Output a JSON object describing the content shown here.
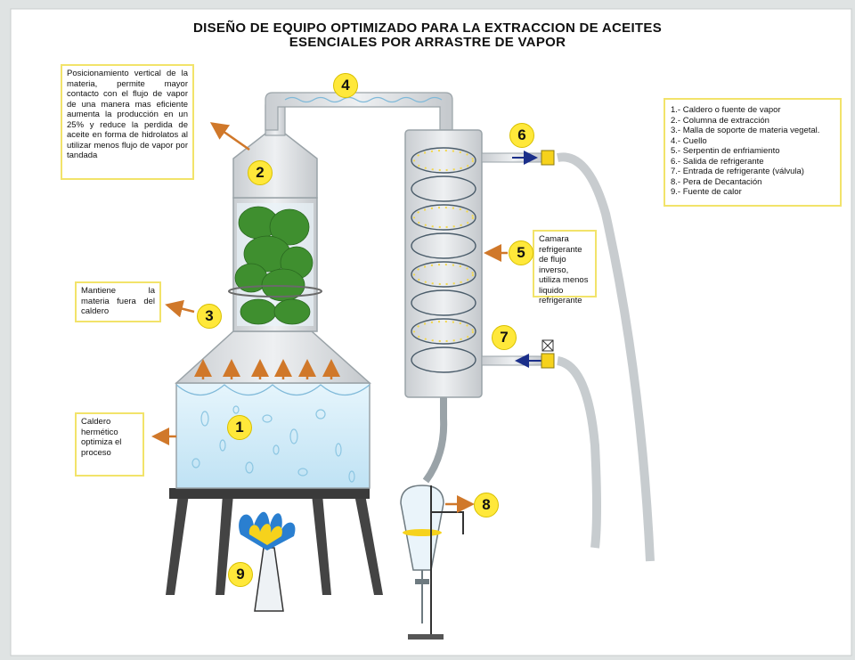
{
  "title": {
    "line1": "DISEÑO DE EQUIPO  OPTIMIZADO PARA LA EXTRACCION  DE ACEITES",
    "line2": "ESENCIALES POR ARRASTRE DE VAPOR"
  },
  "notes": {
    "vertical": "Posicionamiento vertical de la materia, permite mayor contacto con el flujo de vapor de una manera mas eficiente aumenta la producción en un 25% y reduce la perdida de aceite en forma de hidrolatos al utilizar menos flujo de vapor por tandada",
    "mesh": "Mantiene la materia fuera del caldero",
    "boiler": "Caldero hermético optimiza el proceso",
    "chamber": "Camara refrigerante de flujo inverso, utiliza menos liquido refrigerante"
  },
  "legend": [
    "1.- Caldero o fuente de vapor",
    "2.- Columna de extracción",
    "3.- Malla de soporte de materia vegetal.",
    "4.- Cuello",
    "5.- Serpentin de enfriamiento",
    "6.- Salida de refrigerante",
    "7.- Entrada de refrigerante (válvula)",
    "8.- Pera de Decantación",
    "9.- Fuente de calor"
  ],
  "badges": [
    "1",
    "2",
    "3",
    "4",
    "5",
    "6",
    "7",
    "8",
    "9"
  ],
  "colors": {
    "background": "#dfe3e3",
    "metal": "#d6d9dc",
    "water": "#cfe9f7",
    "arrow": "#d0782a",
    "badge": "#ffe83a",
    "note_border": "#f2e36a",
    "leaf": "#3f8f2f",
    "flame_blue": "#2a7fd0",
    "flame_yellow": "#f6d21c"
  }
}
